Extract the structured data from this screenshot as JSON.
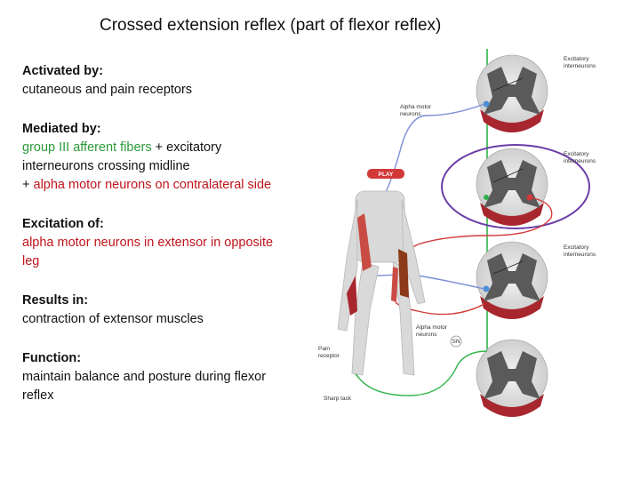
{
  "title": "Crossed extension reflex (part of flexor reflex)",
  "blocks": {
    "activated": {
      "heading": "Activated by:",
      "text": "cutaneous and pain receptors"
    },
    "mediated": {
      "heading": "Mediated by:",
      "part1": "group III afferent fibers",
      "part2": " + excitatory interneurons  crossing midline",
      "part3": "+ ",
      "part4": "alpha motor neurons on contralateral side"
    },
    "excitation": {
      "heading": "Excitation  of:",
      "text": "alpha motor neurons in extensor in opposite leg"
    },
    "results": {
      "heading": "Results in:",
      "text": "contraction of extensor muscles"
    },
    "function": {
      "heading": "Function:",
      "text": "maintain balance and posture during flexor reflex"
    }
  },
  "diagram": {
    "labels": {
      "excit1": "Excitatory",
      "excit1b": "interneurons",
      "excit2": "Excitatory",
      "excit2b": "interneurons",
      "excit3": "Excitatory",
      "excit3b": "interneurons",
      "alpha_top": "Alpha motor",
      "alpha_top_b": "neurons",
      "alpha_bottom": "Alpha motor",
      "alpha_bottom_b": "neurons",
      "play": "PLAY",
      "pain": "Pain",
      "pain_b": "receptor",
      "sharp": "Sharp tack",
      "sn": "SN"
    },
    "colors": {
      "afferent": "#2fb54a",
      "motor": "#7b8fd6",
      "efferent": "#d23a3a",
      "cord": "#5a5a5a",
      "highlight": "#6a3da8"
    }
  }
}
